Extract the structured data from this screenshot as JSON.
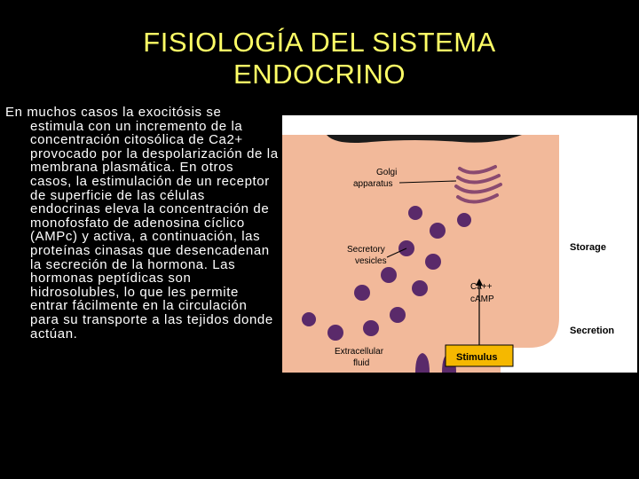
{
  "title": {
    "line1": "FISIOLOGÍA DEL SISTEMA",
    "line2": "ENDOCRINO"
  },
  "body": {
    "first_line": "En muchos casos la exocitósis se",
    "rest": "estimula con un incremento de la concentración citosólica de Ca2+ provocado por la despolarización de la membrana plasmática. En otros casos, la estimulación de un receptor de superficie de las células endocrinas eleva la concentración de monofosfato de adenosina cíclico (AMPc) y activa, a continuación, las proteínas cinasas que desencadenan la secreción de la hormona. Las hormonas peptídicas son hidrosolubles, lo que les permite entrar fácilmente en la circulación para su transporte a las tejidos donde actúan."
  },
  "figure": {
    "golgi_line1": "Golgi",
    "golgi_line2": "apparatus",
    "vesicles_line1": "Secretory",
    "vesicles_line2": "vesicles",
    "ca": "Ca++",
    "camp": "cAMP",
    "extracellular_line1": "Extracellular",
    "extracellular_line2": "fluid",
    "stimulus": "Stimulus",
    "storage": "Storage",
    "secretion": "Secretion",
    "colors": {
      "cell": "#f2b99a",
      "vesicle": "#5a2a6a",
      "stimulus_box": "#f5b800",
      "background": "#ffffff"
    }
  }
}
